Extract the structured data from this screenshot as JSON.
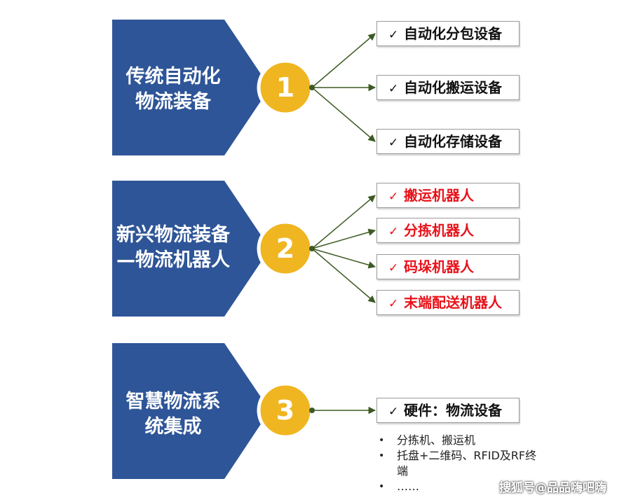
{
  "colors": {
    "pentagon": "#2e5597",
    "badge": "#f0b621",
    "badge_ring": "#ffffff",
    "connector": "#3c5a22",
    "item_black": "#111111",
    "item_red": "#e8121a"
  },
  "sections": [
    {
      "title_lines": [
        "传统自动化",
        "物流装备"
      ],
      "badge": "1",
      "items": [
        {
          "check": "✓",
          "text": "自动化分包设备",
          "style": "black"
        },
        {
          "check": "✓",
          "text": "自动化搬运设备",
          "style": "black"
        },
        {
          "check": "✓",
          "text": "自动化存储设备",
          "style": "black"
        }
      ]
    },
    {
      "title_lines": [
        "新兴物流装备",
        "—物流机器人"
      ],
      "badge": "2",
      "items": [
        {
          "check": "✓",
          "text": "搬运机器人",
          "style": "red"
        },
        {
          "check": "✓",
          "text": "分拣机器人",
          "style": "red"
        },
        {
          "check": "✓",
          "text": "码垛机器人",
          "style": "red"
        },
        {
          "check": "✓",
          "text": "末端配送机器人",
          "style": "red"
        }
      ]
    },
    {
      "title_lines": [
        "智慧物流系",
        "统集成"
      ],
      "badge": "3",
      "items": [
        {
          "check": "✓",
          "text": "硬件：物流设备",
          "style": "black"
        }
      ],
      "bullets": [
        "分拣机、搬运机",
        "托盘+二维码、RFID及RF终端",
        "……"
      ]
    }
  ],
  "watermark": "搜狐号@品品嗨吧嗨"
}
